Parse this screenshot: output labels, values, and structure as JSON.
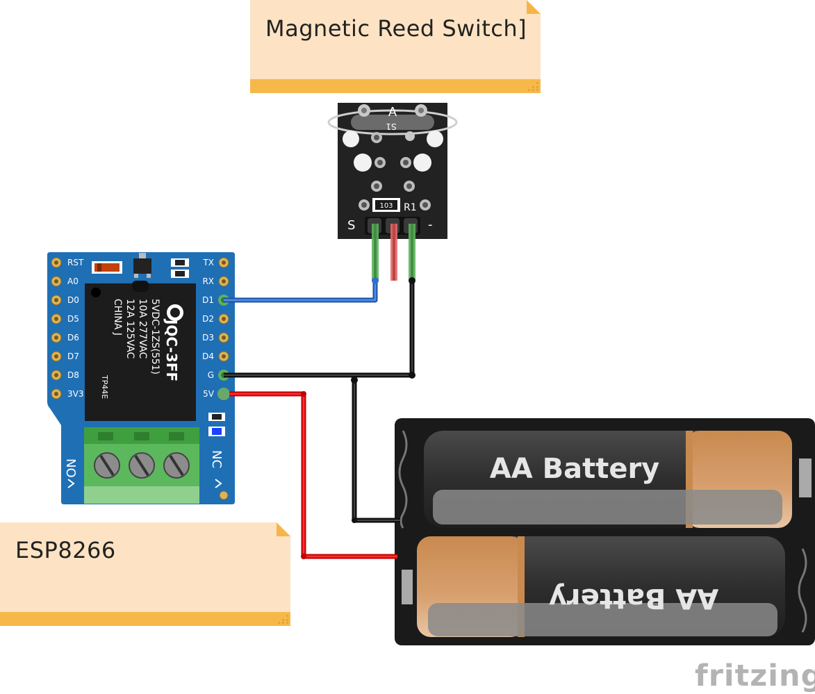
{
  "notes": {
    "reed": "Magnetic Reed Switch]",
    "esp": "ESP8266"
  },
  "reed_module": {
    "switch_label": "A",
    "switch_ref": "S1",
    "resistor_code": "103",
    "resistor_ref": "R1",
    "pin_signal": "S",
    "pin_ground": "-"
  },
  "esp_board": {
    "left_pins": [
      "RST",
      "A0",
      "D0",
      "D5",
      "D6",
      "D7",
      "D8",
      "3V3"
    ],
    "right_pins": [
      "TX",
      "RX",
      "D1",
      "D2",
      "D3",
      "D4",
      "G",
      "5V"
    ],
    "relay_brand": "JQC-3FF",
    "relay_lines": [
      "5VDC-1ZS(551)",
      "10A  277VAC",
      "12A  125VAC",
      "CHINA    J"
    ],
    "relay_code": "TP44E",
    "terminal_no": "NO",
    "terminal_nc": "NC"
  },
  "battery": {
    "cell_top": "AA Battery",
    "cell_bottom": "AA Battery"
  },
  "wires": {
    "signal_color": "#2f6fd0",
    "ground_color": "#111111",
    "power_color": "#e00000"
  },
  "brand": "fritzing"
}
